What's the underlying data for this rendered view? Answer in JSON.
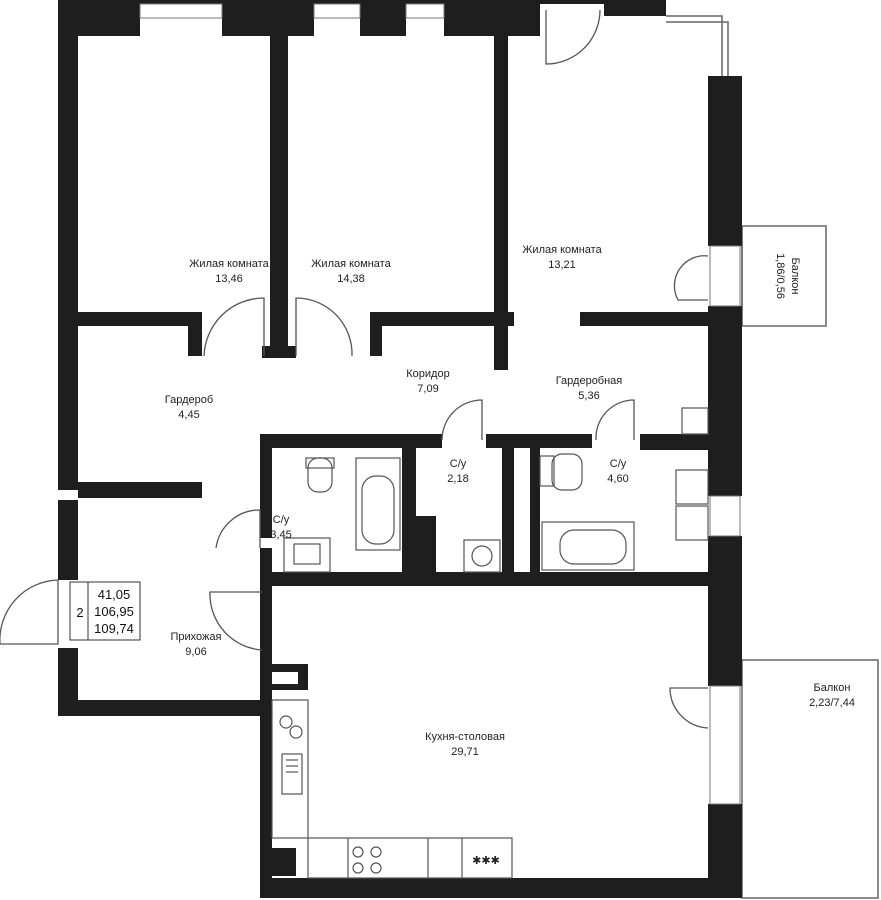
{
  "colors": {
    "wall": "#1e1e1e",
    "line": "#555555",
    "background": "#ffffff"
  },
  "rooms": [
    {
      "id": "bedroom-1",
      "name": "Жилая комната",
      "area": "13,46"
    },
    {
      "id": "bedroom-2",
      "name": "Жилая комната",
      "area": "14,38"
    },
    {
      "id": "bedroom-3",
      "name": "Жилая комната",
      "area": "13,21"
    },
    {
      "id": "balcony-1",
      "name": "Балкон",
      "area": "1,86/0,56"
    },
    {
      "id": "wardrobe-1",
      "name": "Гардероб",
      "area": "4,45"
    },
    {
      "id": "corridor",
      "name": "Коридор",
      "area": "7,09"
    },
    {
      "id": "wardrobe-2",
      "name": "Гардеробная",
      "area": "5,36"
    },
    {
      "id": "wc-1",
      "name": "С/у",
      "area": "2,18"
    },
    {
      "id": "wc-2",
      "name": "С/у",
      "area": "4,60"
    },
    {
      "id": "wc-3",
      "name": "С/у",
      "area": "3,45"
    },
    {
      "id": "hall",
      "name": "Прихожая",
      "area": "9,06"
    },
    {
      "id": "kitchen",
      "name": "Кухня-столовая",
      "area": "29,71"
    },
    {
      "id": "balcony-2",
      "name": "Балкон",
      "area": "2,23/7,44"
    }
  ],
  "summary": {
    "rooms_count": "2",
    "living_area": "41,05",
    "total_area": "106,95",
    "total_area_with_balconies": "109,74"
  },
  "stove_marks": "✱✱✱"
}
